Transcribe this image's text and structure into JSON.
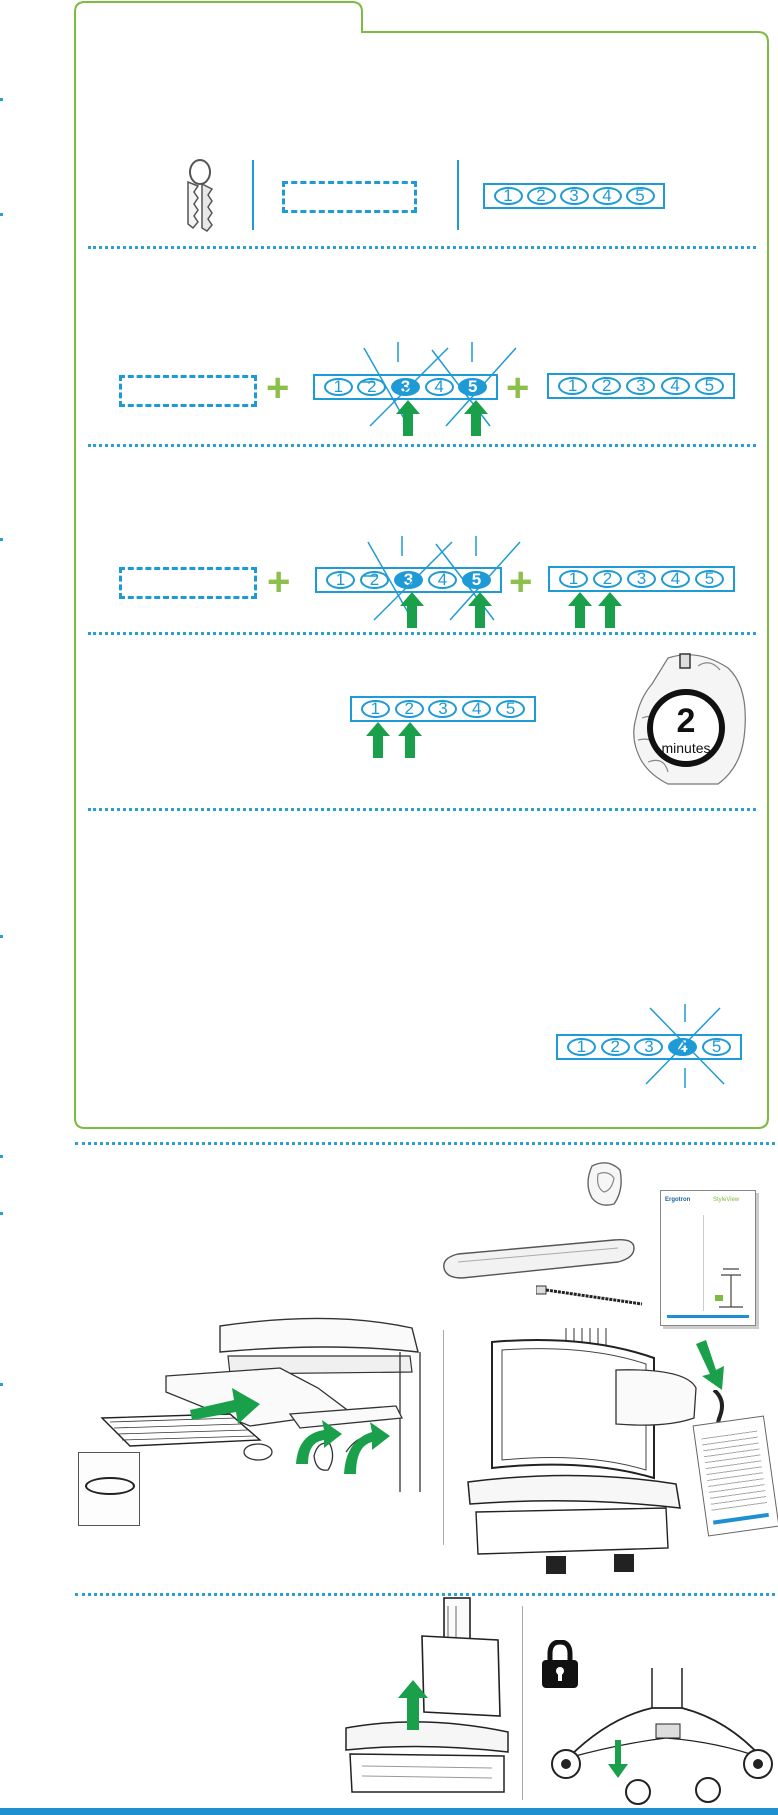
{
  "keypad_digits": [
    "1",
    "2",
    "3",
    "4",
    "5"
  ],
  "steps": {
    "step1": {
      "lit": []
    },
    "step2": {
      "lit": [
        "3",
        "5"
      ],
      "pressed": [
        "3",
        "5"
      ]
    },
    "step3": {
      "lit_mid": [
        "3",
        "5"
      ],
      "pressed_right": [
        "1",
        "2"
      ]
    },
    "step4": {
      "pressed": [
        "1",
        "2"
      ],
      "timer_value": "2",
      "timer_unit": "minutes"
    },
    "step5": {
      "lit": [
        "4"
      ]
    }
  },
  "insert": {
    "header_brand": "Ergotron",
    "header_product": "StyleView"
  },
  "colors": {
    "frame_green": "#7dbb42",
    "keypad_blue": "#1e9bd7",
    "arrow_green": "#1aa04a",
    "plus_green": "#8cc04b",
    "footer_blue": "#1e8fd0"
  }
}
